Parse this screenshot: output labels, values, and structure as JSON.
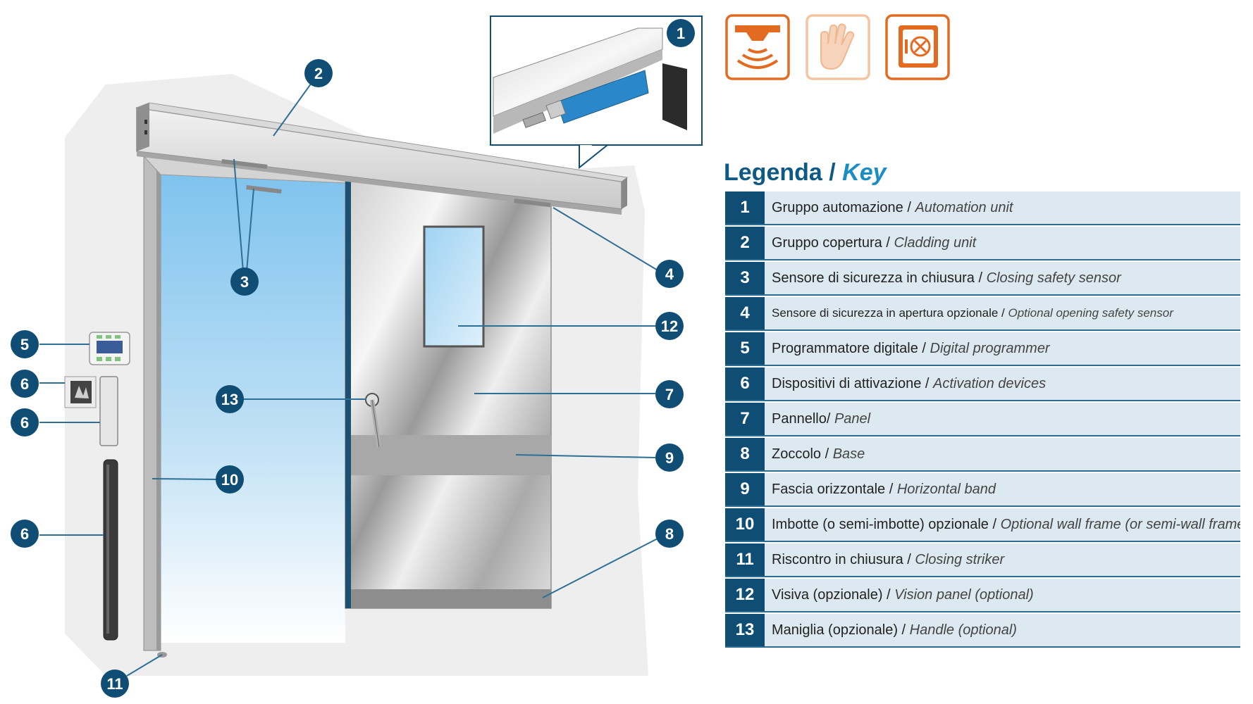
{
  "legend": {
    "title_it": "Legenda",
    "title_sep": " / ",
    "title_en": "Key",
    "items": [
      {
        "num": "1",
        "it": "Gruppo automazione",
        "sep": " / ",
        "en": "Automation unit"
      },
      {
        "num": "2",
        "it": "Gruppo copertura",
        "sep": " / ",
        "en": "Cladding unit"
      },
      {
        "num": "3",
        "it": "Sensore di sicurezza in chiusura",
        "sep": " / ",
        "en": "Closing safety sensor"
      },
      {
        "num": "4",
        "it": "Sensore di sicurezza in apertura opzionale",
        "sep": " / ",
        "en": "Optional opening safety sensor"
      },
      {
        "num": "5",
        "it": "Programmatore digitale",
        "sep": " / ",
        "en": "Digital programmer"
      },
      {
        "num": "6",
        "it": "Dispositivi di attivazione",
        "sep": " / ",
        "en": "Activation devices"
      },
      {
        "num": "7",
        "it": "Pannello",
        "sep": "/ ",
        "en": "Panel"
      },
      {
        "num": "8",
        "it": "Zoccolo",
        "sep": " / ",
        "en": "Base"
      },
      {
        "num": "9",
        "it": "Fascia orizzontale",
        "sep": " / ",
        "en": "Horizontal band"
      },
      {
        "num": "10",
        "it": "Imbotte (o semi-imbotte) opzionale",
        "sep": " / ",
        "en": "Optional wall frame (or semi-wall frame)"
      },
      {
        "num": "11",
        "it": "Riscontro in chiusura",
        "sep": " / ",
        "en": "Closing striker"
      },
      {
        "num": "12",
        "it": "Visiva (opzionale)",
        "sep": " / ",
        "en": "Vision panel (optional)"
      },
      {
        "num": "13",
        "it": "Maniglia (opzionale)",
        "sep": " / ",
        "en": "Handle (optional)"
      }
    ]
  },
  "callouts": [
    "1",
    "2",
    "3",
    "4",
    "5",
    "6",
    "6",
    "6",
    "7",
    "8",
    "9",
    "10",
    "11",
    "12",
    "13"
  ],
  "icons": [
    "motion-sensor-icon",
    "hand-touch-icon",
    "safe-lock-icon"
  ],
  "colors": {
    "accent_orange": "#e36b21",
    "callout_blue": "#0f4d74",
    "legend_row_bg": "#dde9f0",
    "title_dark_blue": "#0e5a85",
    "title_light_blue": "#1a8ec4",
    "motor_blue": "#2a87c9"
  }
}
